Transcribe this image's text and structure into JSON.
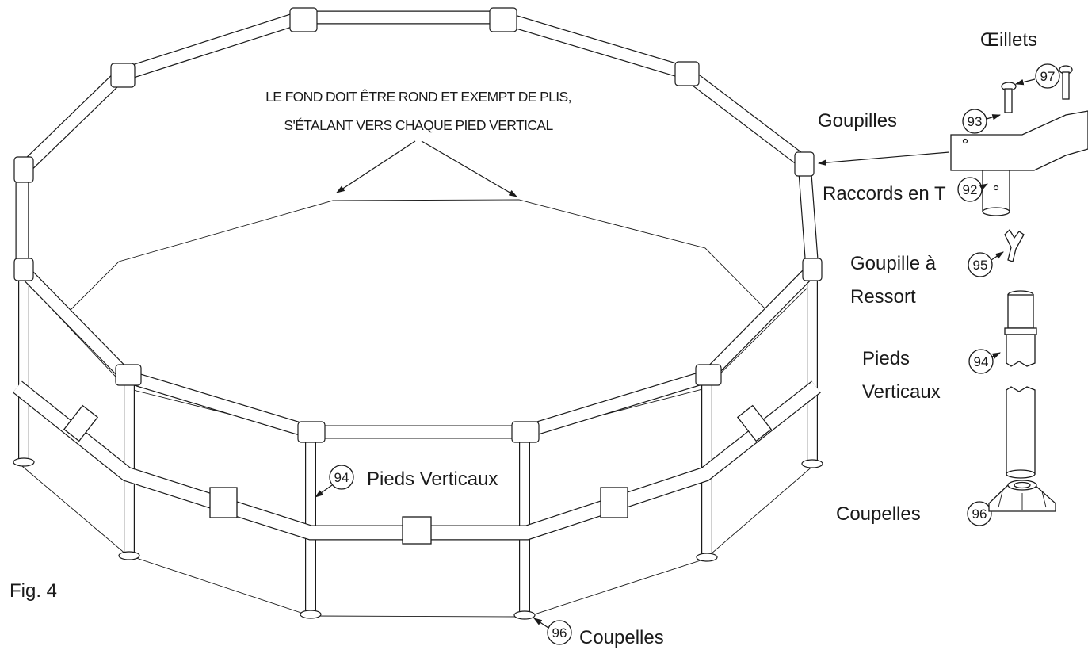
{
  "annotation": {
    "line1": "LE FOND DOIT ÊTRE ROND ET EXEMPT DE PLIS,",
    "line2": "S'ÉTALANT VERS CHAQUE PIED VERTICAL"
  },
  "figure_label": "Fig. 4",
  "callouts": {
    "pool_legs": {
      "number": "94",
      "label": "Pieds Verticaux"
    },
    "pool_cups": {
      "number": "96",
      "label": "Coupelles"
    }
  },
  "parts": {
    "grommets": {
      "label": "Œillets",
      "number": "97"
    },
    "pins": {
      "label": "Goupilles",
      "number": "93"
    },
    "t_joints": {
      "label": "Raccords en T",
      "number": "92"
    },
    "spring_pin": {
      "label_line1": "Goupille à",
      "label_line2": "Ressort",
      "number": "95"
    },
    "legs": {
      "label_line1": "Pieds",
      "label_line2": "Verticaux",
      "number": "94"
    },
    "cups": {
      "label": "Coupelles",
      "number": "96"
    }
  }
}
